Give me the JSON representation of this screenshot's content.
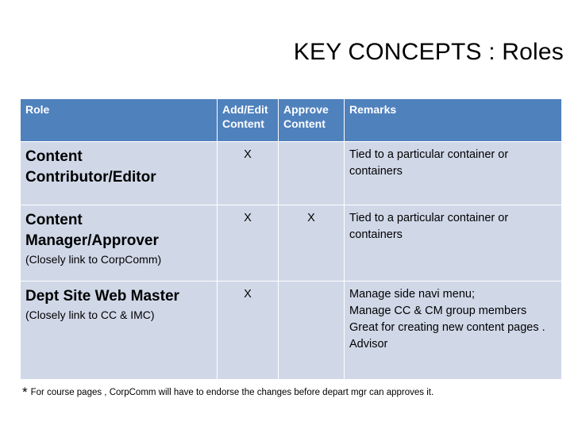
{
  "title": "KEY CONCEPTS : Roles",
  "table": {
    "headers": {
      "role": "Role",
      "add_edit": "Add/Edit Content",
      "approve": "Approve Content",
      "remarks": "Remarks"
    },
    "rows": [
      {
        "role": "Content Contributor/Editor",
        "role_note": "",
        "add_edit": "X",
        "approve": "",
        "remarks": [
          "Tied to a particular container or containers"
        ]
      },
      {
        "role": "Content Manager/Approver",
        "role_note": "(Closely link to CorpComm)",
        "add_edit": "X",
        "approve": "X",
        "remarks": [
          "Tied to a particular container or containers"
        ]
      },
      {
        "role": "Dept Site Web Master",
        "role_note": "(Closely link to CC & IMC)",
        "add_edit": "X",
        "approve": "",
        "remarks": [
          "Manage side navi menu;",
          "Manage CC & CM group members",
          "Great  for creating new content pages .",
          "Advisor"
        ]
      }
    ]
  },
  "footnote": {
    "star": "*",
    "text": "For course pages , CorpComm  will have to endorse the changes before depart mgr can approves it."
  }
}
